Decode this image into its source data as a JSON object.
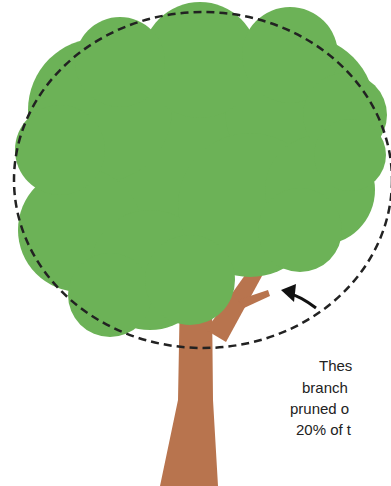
{
  "diagram": {
    "labels": [
      "Thes",
      "branch",
      "pruned o",
      "20% of t"
    ]
  }
}
